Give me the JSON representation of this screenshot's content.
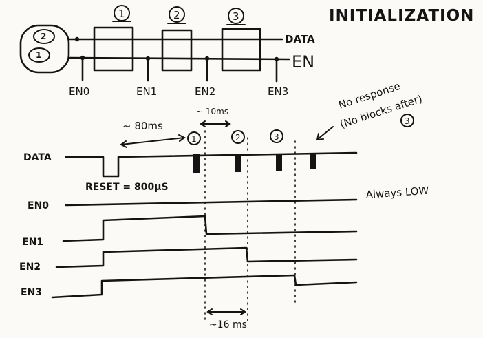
{
  "title": "INITIALIZATION",
  "bus": {
    "data_label": "DATA",
    "en_label": "EN",
    "block_numbers": [
      "1",
      "2",
      "3"
    ],
    "controller_numbers": [
      "2",
      "1"
    ],
    "taps": [
      "EN0",
      "EN1",
      "EN2",
      "EN3"
    ]
  },
  "timing": {
    "signals": [
      "DATA",
      "EN0",
      "EN1",
      "EN2",
      "EN3"
    ],
    "reset_note": "RESET = 800µS",
    "interval_80": "~ 80ms",
    "interval_10": "~ 10ms",
    "interval_16": "~16 ms",
    "pulse_numbers": [
      "1",
      "2",
      "3"
    ],
    "always_low": "Always LOW",
    "no_response_lines": [
      "No response",
      "(No blocks after)"
    ],
    "no_response_ref": "3"
  }
}
